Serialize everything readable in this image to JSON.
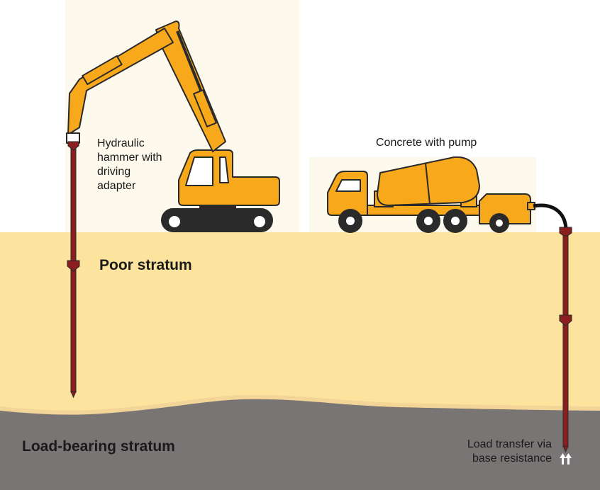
{
  "labels": {
    "hammer_l1": "Hydraulic",
    "hammer_l2": "hammer with",
    "hammer_l3": "driving",
    "hammer_l4": "adapter",
    "concrete": "Concrete with pump",
    "poor": "Poor stratum",
    "load": "Load-bearing stratum",
    "transfer_l1": "Load transfer via",
    "transfer_l2": "base resistance"
  },
  "colors": {
    "sky": "#ffffff",
    "highlight": "#fdf9ec",
    "poor_stratum": "#fde49e",
    "load_stratum": "#7a7575",
    "sand_band": "#f2d597",
    "machine_yellow": "#f7a81b",
    "machine_outline": "#2a2a2a",
    "pile": "#8b1e1e",
    "hose": "#111111"
  }
}
